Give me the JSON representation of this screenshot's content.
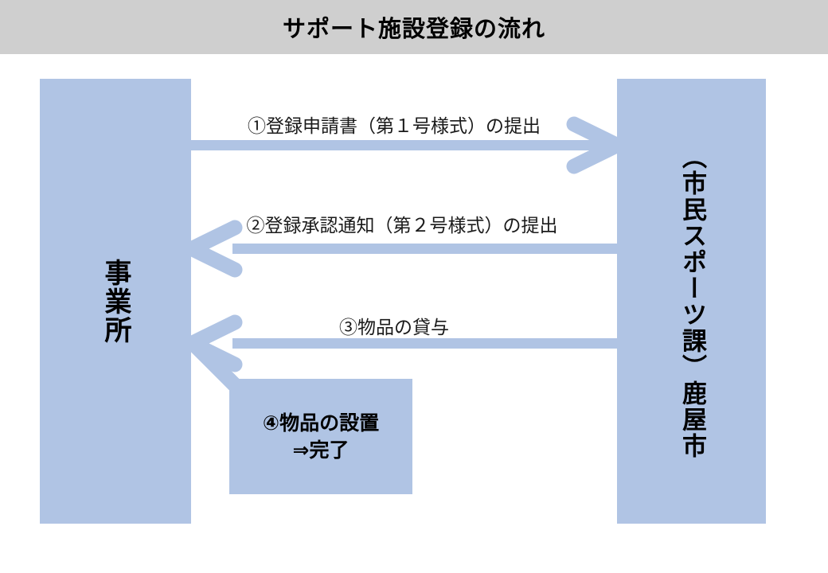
{
  "header": {
    "title": "サポート施設登録の流れ",
    "band_color": "#cfcfcf"
  },
  "theme": {
    "lane_color": "#b0c4e4",
    "arrow_color": "#b0c4e4",
    "text_color": "#000000",
    "page_background": "#ffffff"
  },
  "lanes": [
    {
      "id": "business",
      "label": "事業所",
      "side": "left"
    },
    {
      "id": "city",
      "label_main": "鹿屋市",
      "label_sub": "（市民スポーツ課）",
      "side": "right"
    }
  ],
  "flows": [
    {
      "step": "1",
      "label": "①登録申請書（第１号様式）の提出",
      "direction": "left-to-right",
      "from": "事業所",
      "to": "鹿屋市"
    },
    {
      "step": "2",
      "label": "②登録承認通知（第２号様式）の提出",
      "direction": "right-to-left",
      "from": "鹿屋市",
      "to": "事業所"
    },
    {
      "step": "3",
      "label": "③物品の貸与",
      "direction": "right-to-left",
      "from": "鹿屋市",
      "to": "事業所"
    }
  ],
  "step_box": {
    "line1": "④物品の設置",
    "line2": "⇒完了"
  }
}
